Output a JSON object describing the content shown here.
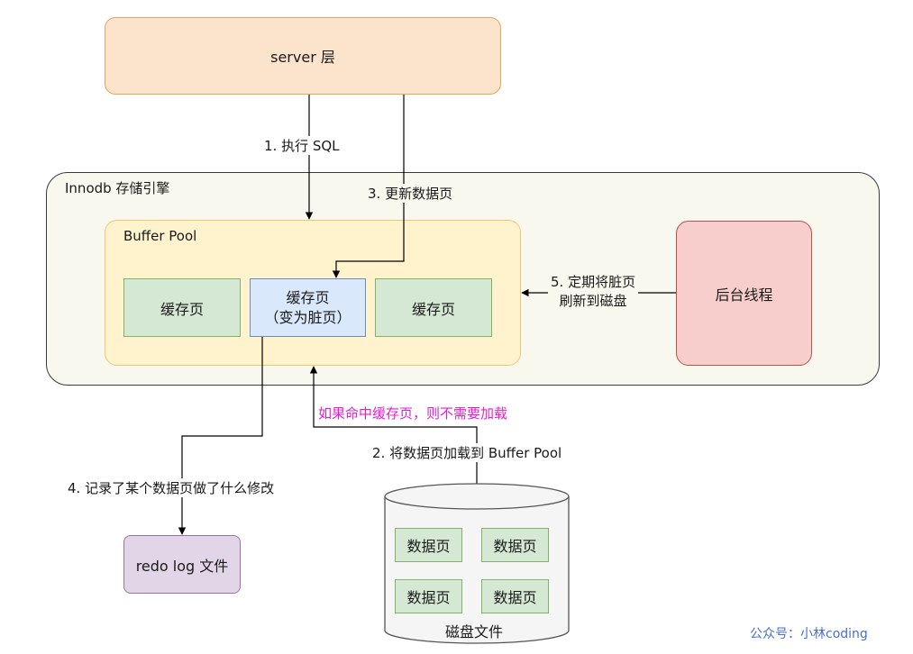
{
  "server": {
    "label": "server 层"
  },
  "innodb": {
    "label": "Innodb 存储引擎"
  },
  "buffer_pool": {
    "label": "Buffer Pool",
    "pages": [
      {
        "label": "缓存页"
      },
      {
        "line1": "缓存页",
        "line2": "（变为脏页）"
      },
      {
        "label": "缓存页"
      }
    ]
  },
  "background_thread": {
    "label": "后台线程"
  },
  "steps": {
    "s1": "1. 执行 SQL",
    "s2": "2. 将数据页加载到 Buffer Pool",
    "s3": "3. 更新数据页",
    "s4": "4. 记录了某个数据页做了什么修改",
    "s5_line1": "5. 定期将脏页",
    "s5_line2": "刷新到磁盘"
  },
  "cache_hit_note": "如果命中缓存页，则不需要加载",
  "redo_log": {
    "label": "redo log 文件"
  },
  "disk": {
    "label": "磁盘文件",
    "pages": [
      "数据页",
      "数据页",
      "数据页",
      "数据页"
    ]
  },
  "watermark": "公众号：小林coding",
  "colors": {
    "server_fill": "#fbe3cc",
    "server_stroke": "#e7a65a",
    "innodb_fill": "#f9f8ee",
    "innodb_stroke": "#3a3a3a",
    "pool_fill": "#fff3cd",
    "pool_stroke": "#f1c776",
    "page_fill": "#d5e8d4",
    "page_stroke": "#82b366",
    "dirty_fill": "#dae8fc",
    "dirty_stroke": "#6c8ebf",
    "thread_fill": "#f8cecc",
    "thread_stroke": "#b85450",
    "redo_fill": "#e1d5e7",
    "redo_stroke": "#9673a6",
    "note": "#e020d0",
    "watermark": "#4a6fc8"
  }
}
